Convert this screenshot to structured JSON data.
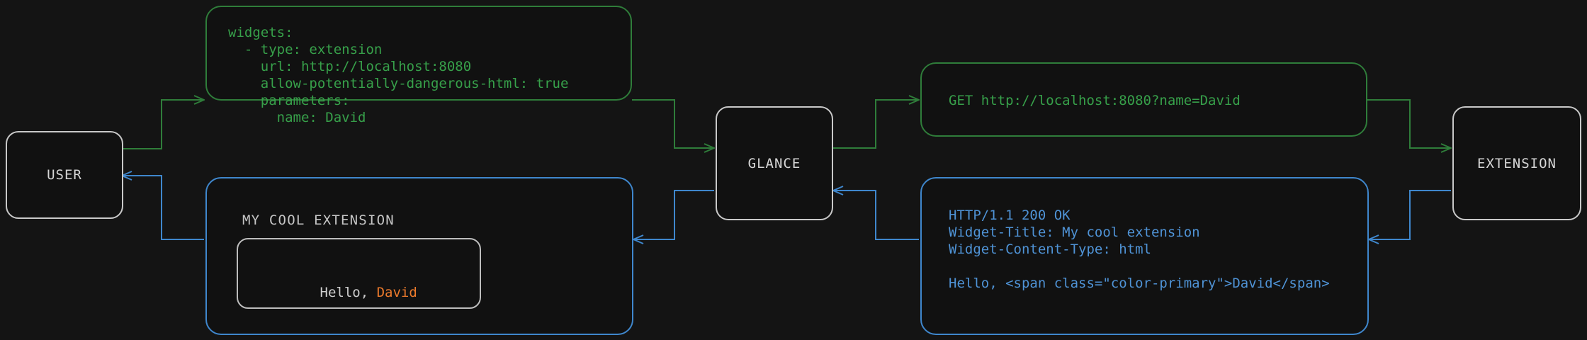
{
  "theme": {
    "background": "#141414",
    "panel_bg": "#111111",
    "node_border": "#c9c9c9",
    "node_text": "#d6d6d6",
    "green": "#37a04a",
    "green_border": "#2f7d3a",
    "blue": "#4f93d6",
    "blue_border": "#3f87cd",
    "accent_orange": "#ec7a2c",
    "body_text": "#cfcfcf"
  },
  "nodes": {
    "user": {
      "label": "USER"
    },
    "glance": {
      "label": "GLANCE"
    },
    "extension": {
      "label": "EXTENSION"
    }
  },
  "panels": {
    "config": {
      "kind": "yaml-config",
      "color": "green",
      "lines": [
        "widgets:",
        "  - type: extension",
        "    url: http://localhost:8080",
        "    allow-potentially-dangerous-html: true",
        "    parameters:",
        "      name: David"
      ],
      "text": "widgets:\n  - type: extension\n    url: http://localhost:8080\n    allow-potentially-dangerous-html: true\n    parameters:\n      name: David"
    },
    "request": {
      "kind": "http-request",
      "color": "green",
      "lines": [
        "GET http://localhost:8080?name=David"
      ],
      "text": "GET http://localhost:8080?name=David"
    },
    "response": {
      "kind": "http-response",
      "color": "blue",
      "lines": [
        "HTTP/1.1 200 OK",
        "Widget-Title: My cool extension",
        "Widget-Content-Type: html",
        "",
        "Hello, <span class=\"color-primary\">David</span>"
      ],
      "text": "HTTP/1.1 200 OK\nWidget-Title: My cool extension\nWidget-Content-Type: html\n\nHello, <span class=\"color-primary\">David</span>"
    },
    "rendered_widget": {
      "kind": "rendered-widget",
      "color": "blue",
      "title": "MY COOL EXTENSION",
      "body_prefix": "Hello, ",
      "body_accent": "David"
    }
  },
  "flow": {
    "forward_color": "#2f7d3a",
    "return_color": "#3f87cd",
    "forward_steps": [
      "user-to-config",
      "config-to-glance",
      "glance-to-request",
      "request-to-extension"
    ],
    "return_steps": [
      "extension-to-response",
      "response-to-glance",
      "glance-to-rendered-widget",
      "rendered-widget-to-user"
    ]
  }
}
